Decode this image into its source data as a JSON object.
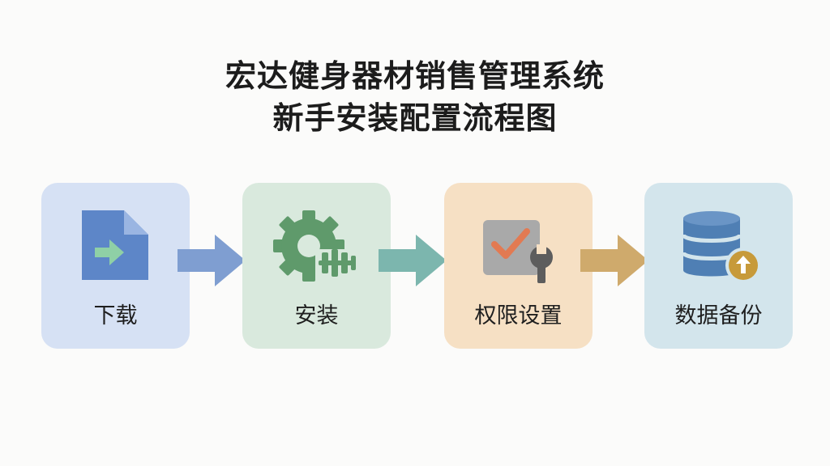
{
  "title": {
    "line1": "宏达健身器材销售管理系统",
    "line2": "新手安装配置流程图"
  },
  "steps": [
    {
      "label": "下载",
      "icon": "file-download-icon"
    },
    {
      "label": "安装",
      "icon": "gear-dumbbell-icon"
    },
    {
      "label": "权限设置",
      "icon": "checklist-wrench-icon"
    },
    {
      "label": "数据备份",
      "icon": "database-upload-icon"
    }
  ],
  "colors": {
    "step1_bg": "#d6e1f4",
    "step2_bg": "#d9e9dd",
    "step3_bg": "#f6e0c4",
    "step4_bg": "#d3e5ec",
    "arrow1": "#7f9ed1",
    "arrow2": "#7cb6ae",
    "arrow3": "#cfaa6c"
  }
}
